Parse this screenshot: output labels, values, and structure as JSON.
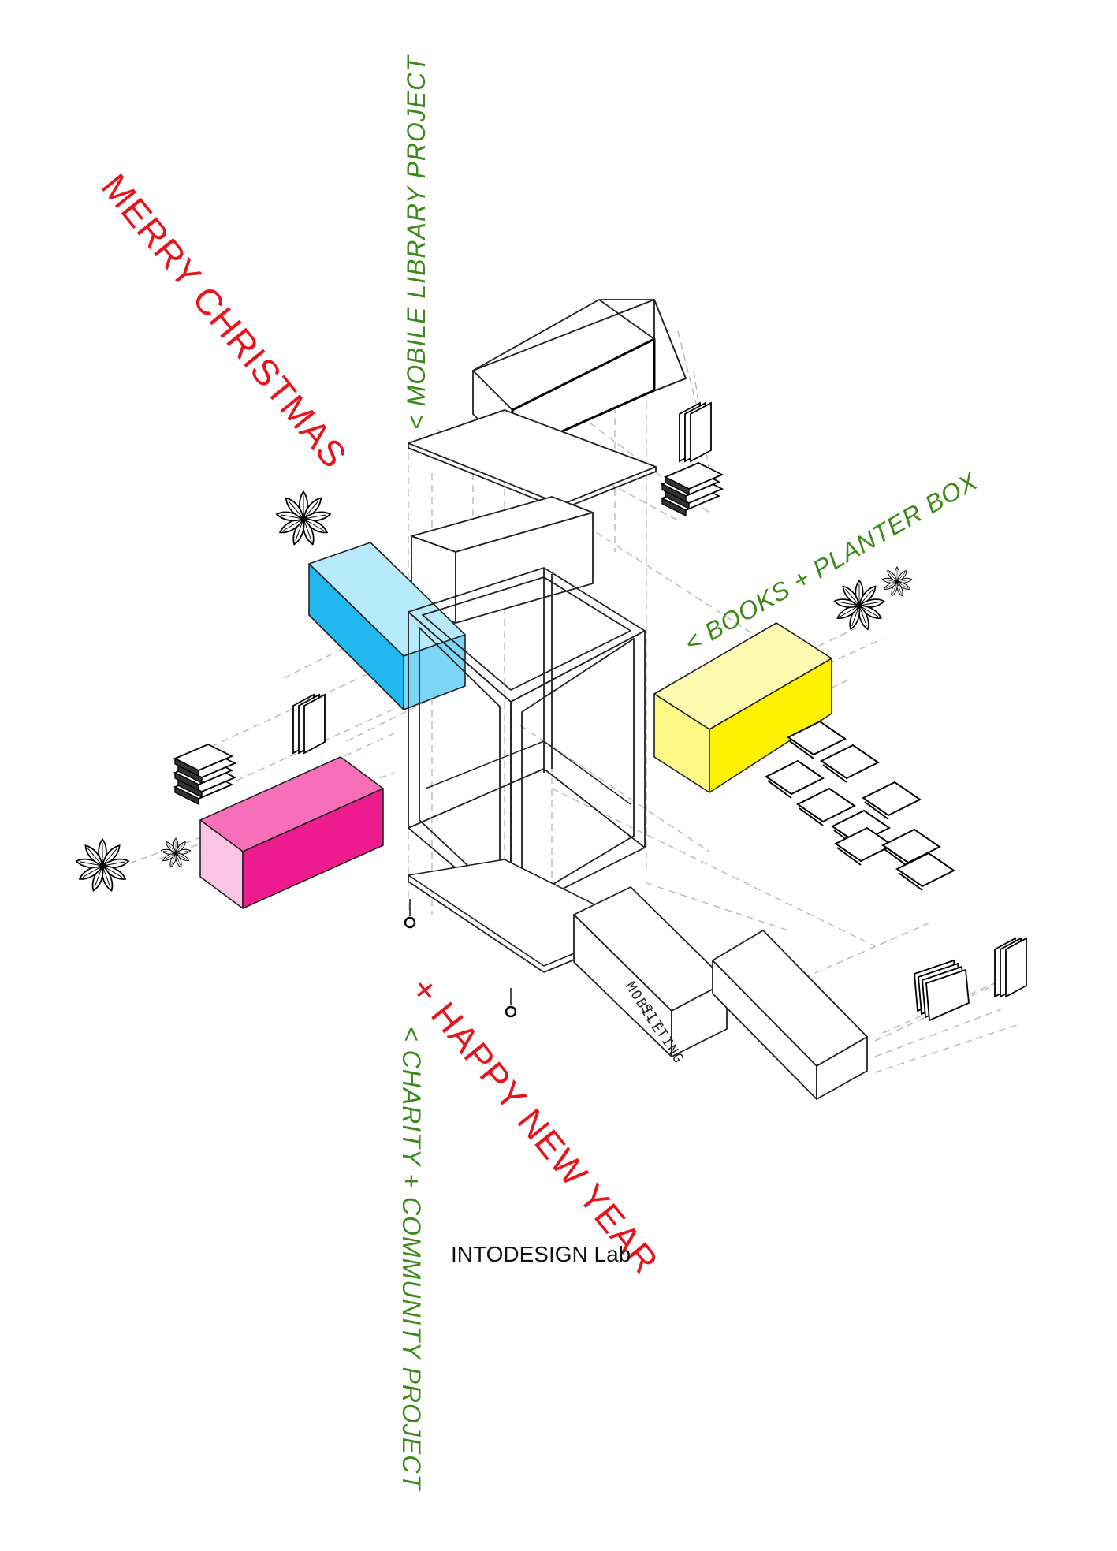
{
  "labels": {
    "merry_christmas": "MERRY CHRISTMAS",
    "mobile_library": "<  MOBILE LIBRARY PROJECT",
    "books_planter": "<  BOOKS + PLANTER BOX",
    "happy_new_year": "+ HAPPY NEW YEAR",
    "charity": "<  CHARITY + COMMUNITY PROJECT",
    "credit": "INTODESIGN Lab",
    "mobile_sitting_1": "MOBILE",
    "mobile_sitting_2": "SITTING"
  },
  "colors": {
    "red_text": "#e8141c",
    "green_text": "#3d8a1a",
    "credit_text": "#111111",
    "blue_box": "#22b7ee",
    "yellow_box": "#fff200",
    "magenta_box": "#ee1c8f",
    "line": "#222222",
    "dashed_guide": "#b8b8b8"
  },
  "icons": [
    "plant-icon",
    "book-stack-icon",
    "upright-books-icon",
    "open-book-icon",
    "caster-wheel-icon"
  ]
}
